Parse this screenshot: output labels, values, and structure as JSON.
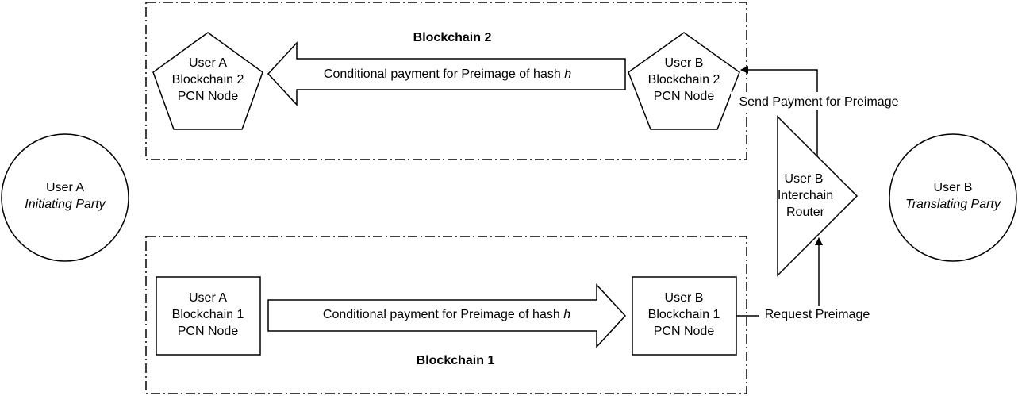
{
  "colors": {
    "stroke": "#000000",
    "background": "#ffffff"
  },
  "user_a_party": {
    "line1": "User A",
    "line2": "Initiating Party"
  },
  "user_b_party": {
    "line1": "User B",
    "line2": "Translating Party"
  },
  "blockchain2": {
    "label": "Blockchain 2",
    "node_a": {
      "line1": "User A",
      "line2": "Blockchain 2",
      "line3": "PCN Node"
    },
    "node_b": {
      "line1": "User B",
      "line2": "Blockchain 2",
      "line3": "PCN Node"
    },
    "payment_arrow": {
      "text": "Conditional payment for Preimage of hash ",
      "hash": "h"
    }
  },
  "blockchain1": {
    "label": "Blockchain 1",
    "node_a": {
      "line1": "User A",
      "line2": "Blockchain 1",
      "line3": "PCN Node"
    },
    "node_b": {
      "line1": "User B",
      "line2": "Blockchain 1",
      "line3": "PCN Node"
    },
    "payment_arrow": {
      "text": "Conditional payment for Preimage of hash ",
      "hash": "h"
    }
  },
  "router": {
    "line1": "User B",
    "line2": "Interchain",
    "line3": "Router"
  },
  "connectors": {
    "send_payment": "Send Payment for Preimage",
    "request_preimage": "Request Preimage"
  }
}
